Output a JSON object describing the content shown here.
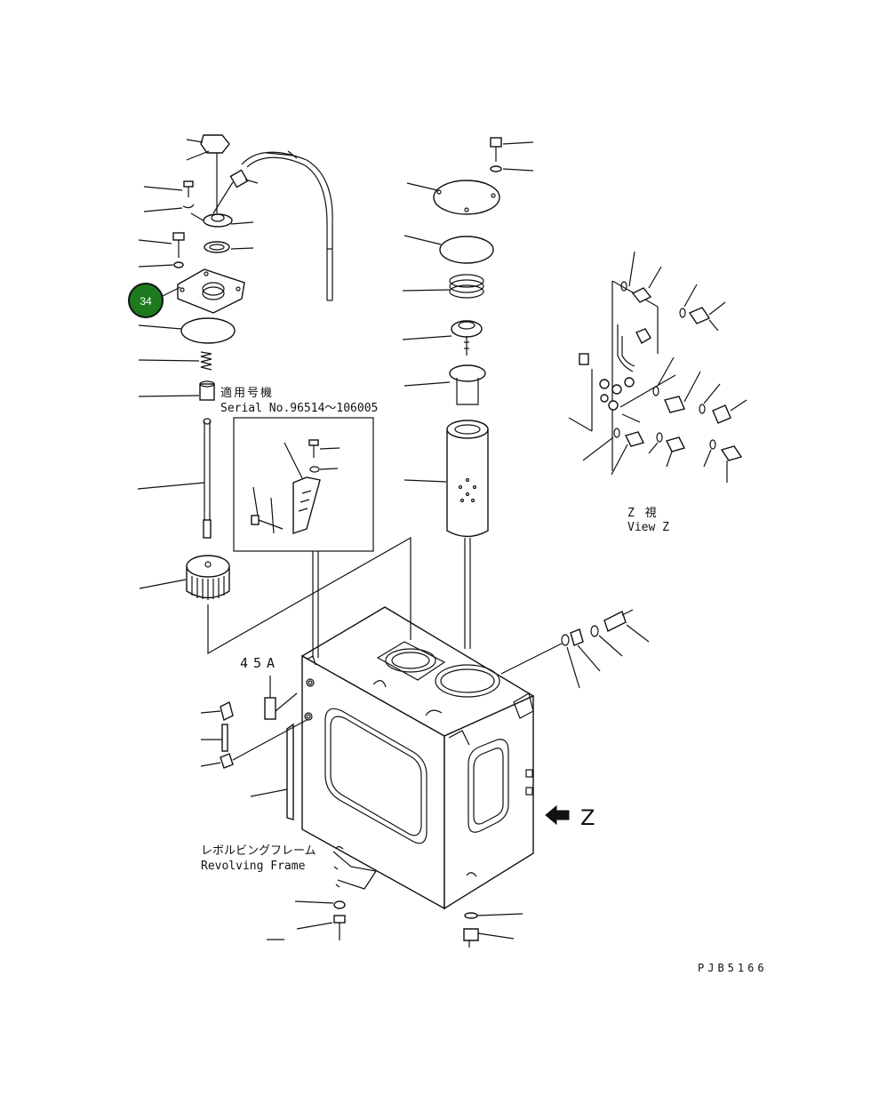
{
  "callout": {
    "number": "34",
    "color": "#1e7a1e"
  },
  "labels": {
    "serial_jp": "適用号機",
    "serial_en": "Serial No.96514～106005",
    "view_jp": "Z  視",
    "view_en": "View Z",
    "ref_45a": "45A",
    "frame_jp": "レボルビングフレーム",
    "frame_en": "Revolving Frame",
    "z_arrow": "Z",
    "drawing_id": "PJB5166"
  },
  "icons": {
    "view_arrow": "arrow-left-icon"
  }
}
